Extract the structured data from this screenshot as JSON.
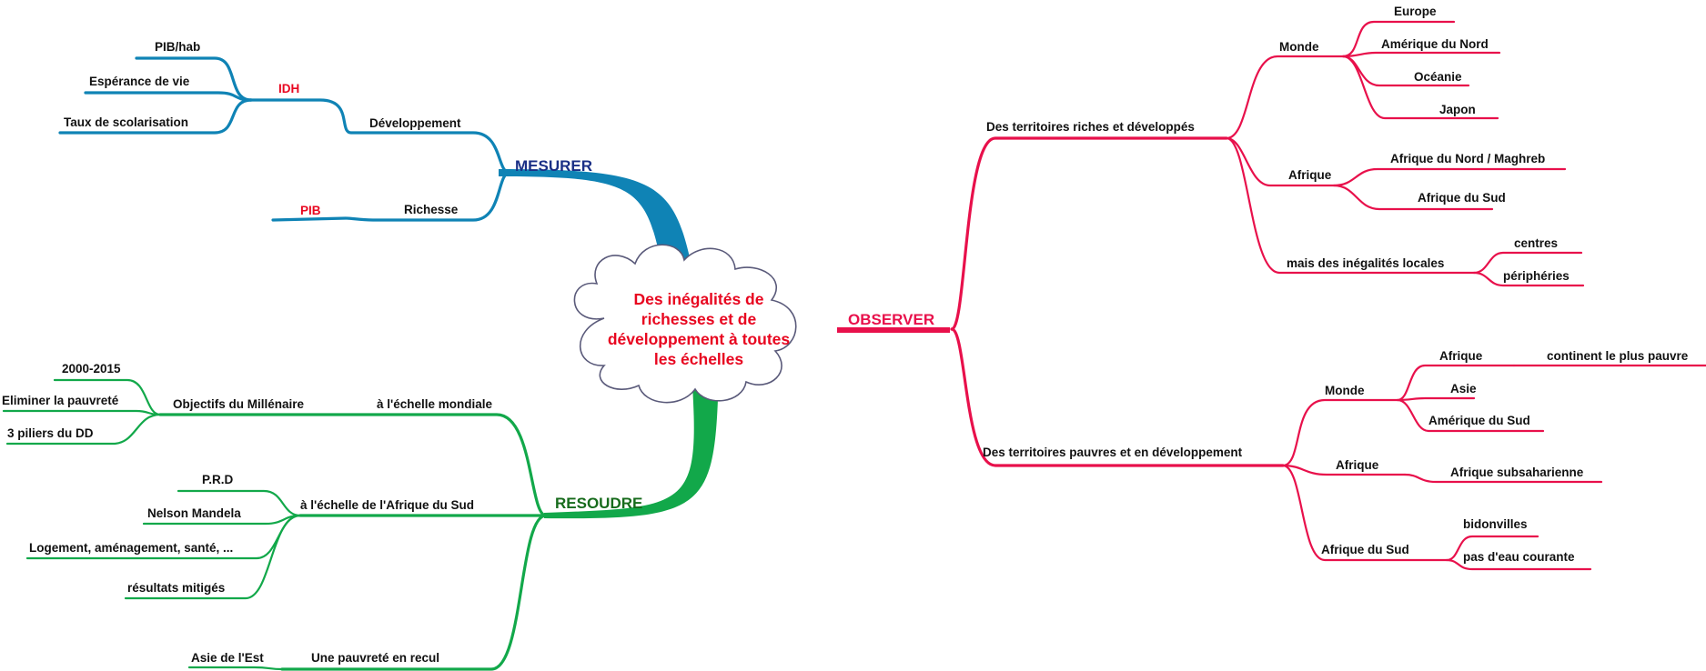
{
  "center": {
    "lines": [
      "Des inégalités de",
      "richesses et de",
      "développement à toutes",
      "les échelles"
    ],
    "text_color": "#e8061f"
  },
  "colors": {
    "mesurer": "#0f83b5",
    "observer": "#e8104b",
    "resoudre": "#12a84a",
    "mesurer_label": "#1a2f86",
    "resoudre_label": "#176b1c",
    "accent_text": "#e8061f"
  },
  "mesurer": {
    "label": "MESURER",
    "developpement": "Développement",
    "idh": "IDH",
    "pib_hab": "PIB/hab",
    "esperance": "Espérance de vie",
    "scolarisation": "Taux de scolarisation",
    "richesse": "Richesse",
    "pib": "PIB"
  },
  "observer": {
    "label": "OBSERVER",
    "riches": "Des territoires riches et développés",
    "riches_monde": "Monde",
    "europe": "Europe",
    "amerique_nord": "Amérique du Nord",
    "oceanie": "Océanie",
    "japon": "Japon",
    "riches_afrique": "Afrique",
    "maghreb": "Afrique du Nord / Maghreb",
    "afrique_sud": "Afrique du Sud",
    "inegalites_locales": "mais des inégalités locales",
    "centres": "centres",
    "peripheries": "périphéries",
    "pauvres": "Des territoires pauvres et en développement",
    "pauvres_monde": "Monde",
    "monde_afrique": "Afrique",
    "continent_pauvre": "continent le plus pauvre",
    "asie": "Asie",
    "amerique_sud": "Amérique du Sud",
    "pauvres_afrique": "Afrique",
    "subsaharienne": "Afrique subsaharienne",
    "pauvres_afrique_sud": "Afrique du Sud",
    "bidonvilles": "bidonvilles",
    "eau": "pas d'eau courante"
  },
  "resoudre": {
    "label": "RESOUDRE",
    "mondiale": "à l'échelle mondiale",
    "objectifs": "Objectifs du Millénaire",
    "periode": "2000-2015",
    "pauvrete": "Eliminer la pauvreté",
    "piliers": "3 piliers du DD",
    "afrique_sud": "à l'échelle de l'Afrique du Sud",
    "prd": "P.R.D",
    "mandela": "Nelson Mandela",
    "logement": "Logement, aménagement, santé, ...",
    "resultats": "résultats mitigés",
    "recul": "Une pauvreté en recul",
    "asie_est": "Asie de l'Est"
  }
}
